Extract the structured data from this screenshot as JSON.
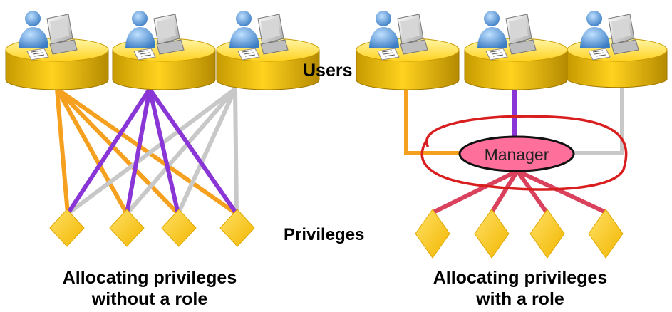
{
  "labels": {
    "users": "Users",
    "privileges": "Privileges",
    "role_name": "Manager"
  },
  "captions": {
    "left_line1": "Allocating privileges",
    "left_line2": "without a role",
    "right_line1": "Allocating privileges",
    "right_line2": "with a role"
  },
  "colors": {
    "user1": "#f5a01e",
    "user2": "#8a35d6",
    "user3": "#c8c8c8",
    "role_links": "#d9415c",
    "role_fill": "#ff6f9c",
    "circle_annotation": "#d81e1e",
    "privilege": "#ffcc00",
    "desk": "#ffd21f"
  },
  "icons": {
    "workstation": "user-at-computer-icon",
    "privilege": "privilege-diamond-icon"
  },
  "left_diagram": {
    "users": [
      "user-1",
      "user-2",
      "user-3"
    ],
    "privileges": [
      "privilege-1",
      "privilege-2",
      "privilege-3",
      "privilege-4"
    ],
    "grants": [
      {
        "user": 0,
        "privileges": [
          0,
          1,
          2,
          3
        ]
      },
      {
        "user": 1,
        "privileges": [
          0,
          1,
          2,
          3
        ]
      },
      {
        "user": 2,
        "privileges": [
          0,
          1,
          2,
          3
        ]
      }
    ]
  },
  "right_diagram": {
    "users": [
      "user-1",
      "user-2",
      "user-3"
    ],
    "privileges": [
      "privilege-1",
      "privilege-2",
      "privilege-3",
      "privilege-4"
    ],
    "role_members": [
      0,
      1,
      2
    ],
    "role_privileges": [
      0,
      1,
      2,
      3
    ]
  }
}
